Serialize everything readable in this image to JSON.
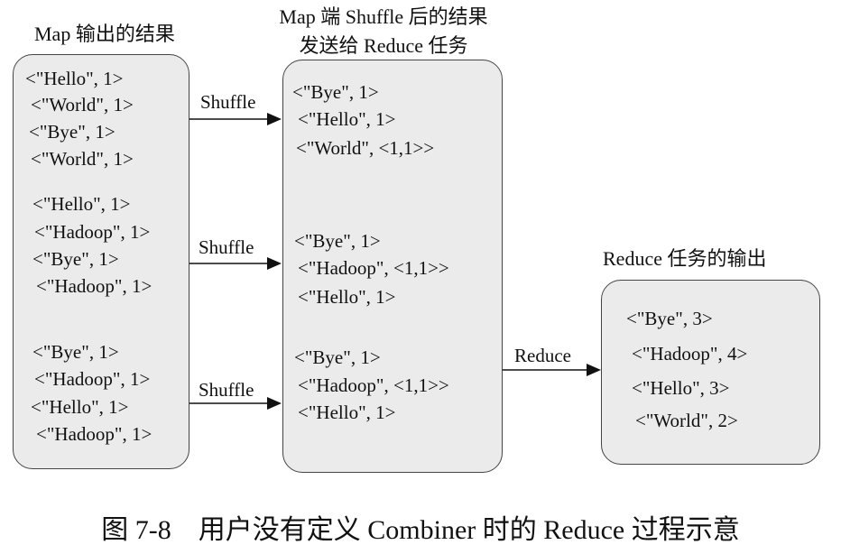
{
  "headers": {
    "map_output": "Map 输出的结果",
    "shuffle_result_line1": "Map 端 Shuffle 后的结果",
    "shuffle_result_line2": "发送给 Reduce 任务",
    "reduce_output": "Reduce 任务的输出"
  },
  "map_output": [
    "<\"Hello\", 1>",
    "<\"World\", 1>",
    "<\"Bye\", 1>",
    "<\"World\", 1>",
    "<\"Hello\", 1>",
    "<\"Hadoop\", 1>",
    "<\"Bye\", 1>",
    "<\"Hadoop\", 1>",
    "<\"Bye\", 1>",
    "<\"Hadoop\", 1>",
    "<\"Hello\", 1>",
    "<\"Hadoop\", 1>"
  ],
  "shuffle_output": [
    "<\"Bye\", 1>",
    "<\"Hello\", 1>",
    "<\"World\", <1,1>>",
    "<\"Bye\", 1>",
    "<\"Hadoop\", <1,1>>",
    "<\"Hello\", 1>",
    "<\"Bye\", 1>",
    "<\"Hadoop\", <1,1>>",
    "<\"Hello\", 1>"
  ],
  "reduce_output": [
    "<\"Bye\", 3>",
    "<\"Hadoop\", 4>",
    "<\"Hello\", 3>",
    "<\"World\", 2>"
  ],
  "arrows": {
    "shuffle_1": "Shuffle",
    "shuffle_2": "Shuffle",
    "shuffle_3": "Shuffle",
    "reduce": "Reduce"
  },
  "caption": "图 7-8　用户没有定义 Combiner 时的 Reduce 过程示意"
}
